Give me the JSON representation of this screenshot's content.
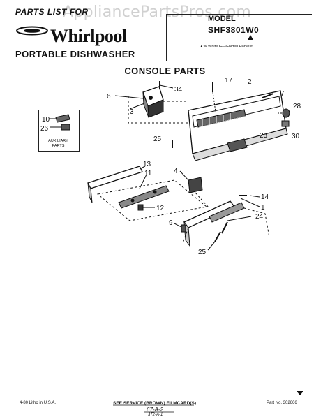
{
  "watermark": "AppliancePartsPros.com",
  "header": {
    "parts_list_label": "PARTS LIST FOR",
    "brand": "Whirlpool",
    "product": "PORTABLE DISHWASHER",
    "model_label": "MODEL",
    "model_number": "SHF3801W0",
    "model_legend": "▲W  White G—Golden Harvest"
  },
  "section_title": "CONSOLE PARTS",
  "auxiliary": {
    "label_line1": "AUXILIARY",
    "label_line2": "PARTS"
  },
  "callouts": {
    "c6": "6",
    "c34": "34",
    "c3": "3",
    "c17": "17",
    "c2": "2",
    "c7": "7",
    "c28": "28",
    "c30": "30",
    "c23": "23",
    "c25a": "25",
    "c10": "10",
    "c26": "26",
    "c4": "4",
    "c13": "13",
    "c11": "11",
    "c12": "12",
    "c14": "14",
    "c1": "1",
    "c9": "9",
    "c24": "24",
    "c25b": "25"
  },
  "footer": {
    "date_note": "4-80   Litho in U.S.A.",
    "see_service": "SEE SERVICE (BROWN) FILMCARD(S)",
    "filmcard": "67-A-2",
    "filmcard2": "372-A-1",
    "part_number": "Part No. 302666"
  }
}
